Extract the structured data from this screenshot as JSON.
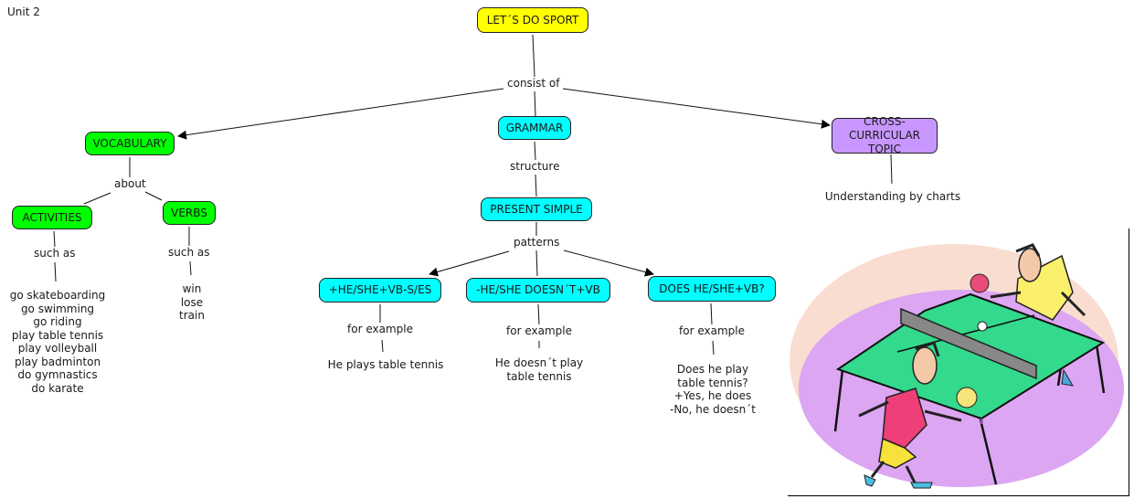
{
  "unit_label": "Unit 2",
  "colors": {
    "root": "#ffff00",
    "vocabulary": "#00ff00",
    "grammar": "#00ffff",
    "cross_curricular": "#c896ff"
  },
  "nodes": {
    "root": "LET´S DO SPORT",
    "vocabulary": "VOCABULARY",
    "activities": "ACTIVITIES",
    "verbs": "VERBS",
    "grammar": "GRAMMAR",
    "present_simple": "PRESENT SIMPLE",
    "affirmative": "+HE/SHE+VB-S/ES",
    "negative": "-HE/SHE DOESN´T+VB",
    "question": "DOES HE/SHE+VB?",
    "cross_curricular": "CROSS-CURRICULAR TOPIC"
  },
  "links": {
    "consist_of": "consist of",
    "about": "about",
    "activities_such_as": "such as",
    "verbs_such_as": "such as",
    "structure": "structure",
    "patterns": "patterns",
    "affirmative_example": "for example",
    "negative_example": "for example",
    "question_example": "for example"
  },
  "leaves": {
    "activities_list": [
      "go skateboarding",
      "go swimming",
      "go riding",
      "play table tennis",
      "play volleyball",
      "play badminton",
      "do gymnastics",
      "do karate"
    ],
    "verbs_list": [
      "win",
      "lose",
      "train"
    ],
    "affirmative_text": "He plays table tennis",
    "negative_text": [
      "He doesn´t play",
      "table tennis"
    ],
    "question_text": [
      "Does he play",
      "table tennis?",
      "+Yes, he does",
      "-No, he doesn´t"
    ],
    "cross_curricular_text": "Understanding by charts"
  },
  "illustration": {
    "subject": "two players playing table tennis"
  }
}
